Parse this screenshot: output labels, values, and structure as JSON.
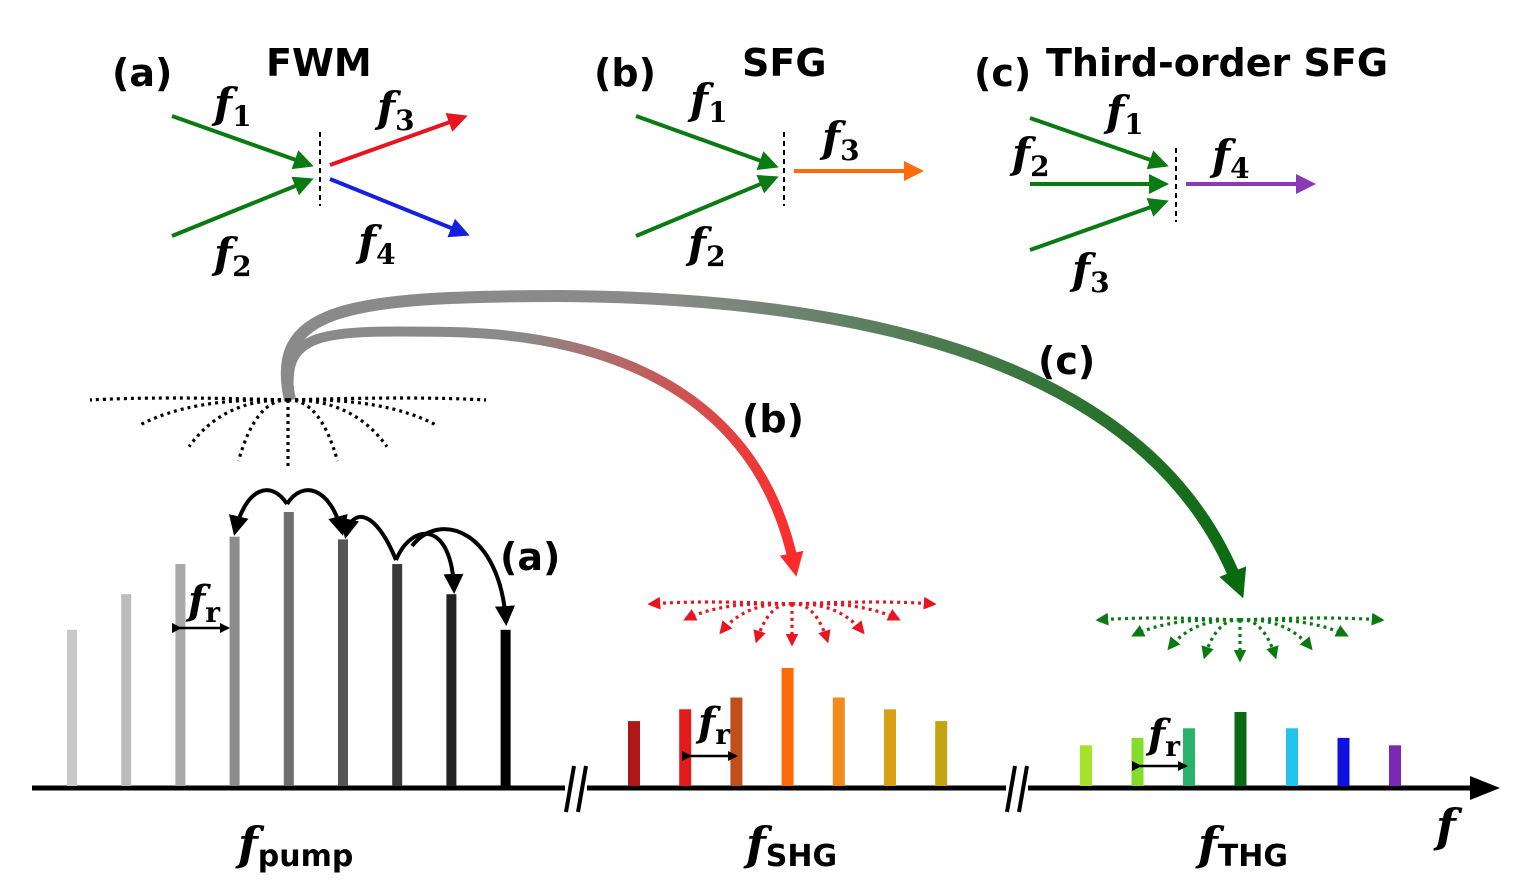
{
  "panel_a": {
    "tag": "(a)",
    "title": "FWM",
    "in1": {
      "sym": "f",
      "sub": "1"
    },
    "in2": {
      "sym": "f",
      "sub": "2"
    },
    "out1": {
      "sym": "f",
      "sub": "3"
    },
    "out2": {
      "sym": "f",
      "sub": "4"
    }
  },
  "panel_b": {
    "tag": "(b)",
    "title": "SFG",
    "in1": {
      "sym": "f",
      "sub": "1"
    },
    "in2": {
      "sym": "f",
      "sub": "2"
    },
    "out": {
      "sym": "f",
      "sub": "3"
    }
  },
  "panel_c": {
    "tag": "(c)",
    "title": "Third-order SFG",
    "in1": {
      "sym": "f",
      "sub": "1"
    },
    "in2": {
      "sym": "f",
      "sub": "2"
    },
    "in3": {
      "sym": "f",
      "sub": "3"
    },
    "out": {
      "sym": "f",
      "sub": "4"
    }
  },
  "spectrum": {
    "axis_label": "f",
    "spacing_label": {
      "sym": "f",
      "sub": "r"
    },
    "pump": {
      "sym": "f",
      "sub": "pump",
      "process_tag": "(a)",
      "heights": [
        0.57,
        0.7,
        0.81,
        0.91,
        1.0,
        0.9,
        0.81,
        0.7,
        0.57
      ],
      "colors": [
        "#c8c8c8",
        "#bcbcbc",
        "#a8a8a8",
        "#8c8c8c",
        "#6e6e6e",
        "#555555",
        "#3a3a3a",
        "#222222",
        "#000000"
      ]
    },
    "shg": {
      "sym": "f",
      "sub": "SHG",
      "process_tag": "(b)",
      "heights": [
        0.55,
        0.65,
        0.75,
        1.0,
        0.75,
        0.65,
        0.55
      ],
      "colors": [
        "#b01818",
        "#e41b1b",
        "#c0501a",
        "#ff6a0a",
        "#f28a1e",
        "#d8a012",
        "#c4a412"
      ]
    },
    "thg": {
      "sym": "f",
      "sub": "THG",
      "process_tag": "(c)",
      "heights": [
        0.55,
        0.65,
        0.78,
        1.0,
        0.78,
        0.65,
        0.55
      ],
      "colors": [
        "#a6e22a",
        "#86dc2a",
        "#28b26a",
        "#0a6a14",
        "#22c4ee",
        "#1010e0",
        "#7a2ab0"
      ]
    }
  },
  "colors": {
    "green": "#0a7a12",
    "red": "#e8141e",
    "blue": "#1420e0",
    "orange": "#ff6a0a",
    "purple": "#8a3ab8",
    "gray": "#8a8a8a",
    "black": "#000000"
  }
}
